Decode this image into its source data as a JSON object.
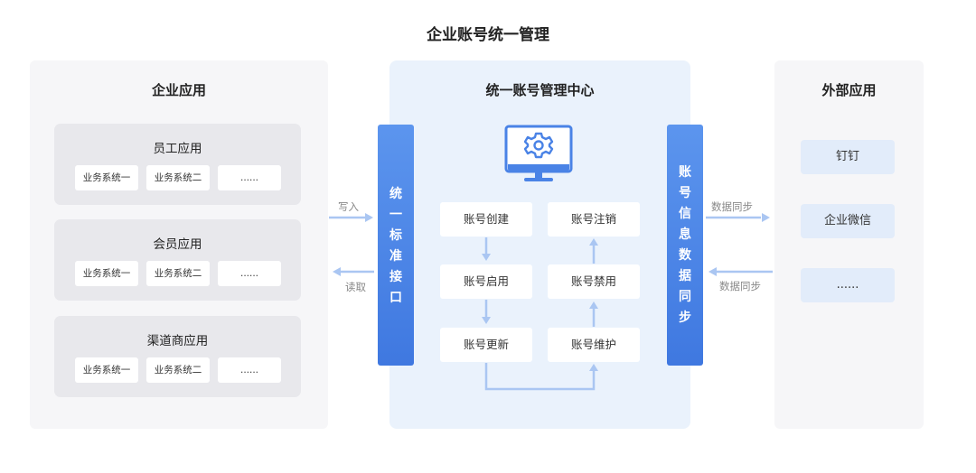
{
  "title": "企业账号统一管理",
  "left": {
    "title": "企业应用",
    "groups": [
      {
        "name": "员工应用",
        "systems": [
          "业务系统一",
          "业务系统二",
          "......"
        ]
      },
      {
        "name": "会员应用",
        "systems": [
          "业务系统一",
          "业务系统二",
          "......"
        ]
      },
      {
        "name": "渠道商应用",
        "systems": [
          "业务系统一",
          "业务系统二",
          "......"
        ]
      }
    ]
  },
  "left_arrows": {
    "write": "写入",
    "read": "读取"
  },
  "interface_bar": {
    "chars": [
      "统",
      "一",
      "标",
      "准",
      "接",
      "口"
    ]
  },
  "center": {
    "title": "统一账号管理中心",
    "icon": "monitor-gear-icon",
    "boxes": {
      "create": "账号创建",
      "cancel": "账号注销",
      "enable": "账号启用",
      "disable": "账号禁用",
      "update": "账号更新",
      "maintain": "账号维护"
    }
  },
  "sync_bar": {
    "chars": [
      "账",
      "号",
      "信",
      "息",
      "数",
      "据",
      "同",
      "步"
    ]
  },
  "right_arrows": {
    "out": "数据同步",
    "in": "数据同步"
  },
  "right": {
    "title": "外部应用",
    "items": [
      "钉钉",
      "企业微信",
      "......"
    ]
  },
  "colors": {
    "accent": "#4a83e6",
    "arrow": "#aac6f2",
    "panel_gray": "#f6f6f8",
    "panel_blue": "#eaf2fc"
  }
}
